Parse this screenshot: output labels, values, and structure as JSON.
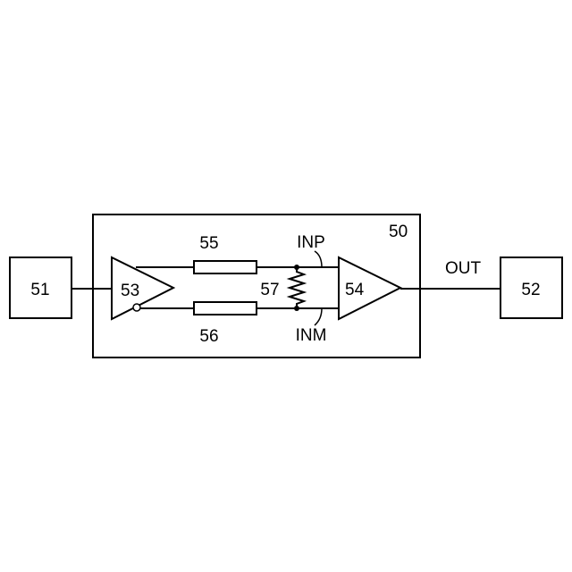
{
  "labels": {
    "block_50": "50",
    "block_51": "51",
    "block_52": "52",
    "amp_53": "53",
    "amp_54": "54",
    "resistor_55": "55",
    "resistor_56": "56",
    "resistor_57": "57",
    "inp": "INP",
    "inm": "INM",
    "out": "OUT"
  },
  "colors": {
    "line": "#000000",
    "background": "#ffffff"
  }
}
